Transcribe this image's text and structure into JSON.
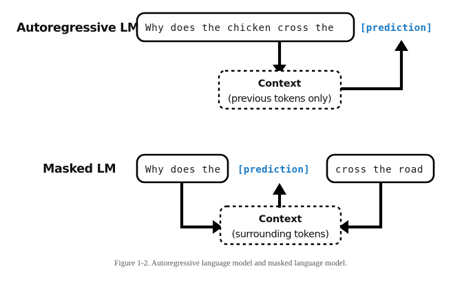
{
  "figure": {
    "caption": "Figure 1-2. Autoregressive language model and masked language model.",
    "accent_color": "#1b7ac4",
    "line_color": "#000000",
    "background_color": "#ffffff"
  },
  "autoregressive": {
    "label": "Autoregressive LM",
    "token_box_text": "Why does the chicken cross the",
    "prediction_label": "[prediction]",
    "context": {
      "title": "Context",
      "subtitle": "(previous tokens only)"
    }
  },
  "masked": {
    "label": "Masked LM",
    "left_box_text": "Why does the",
    "right_box_text": "cross the road",
    "prediction_label": "[prediction]",
    "context": {
      "title": "Context",
      "subtitle": "(surrounding tokens)"
    }
  }
}
